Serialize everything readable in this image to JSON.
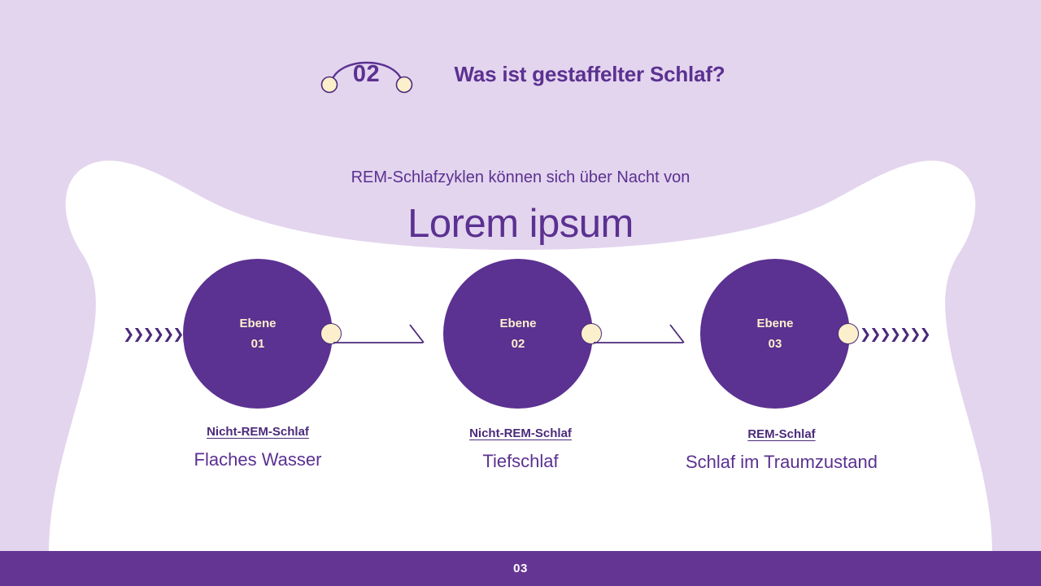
{
  "slide": {
    "background_color": "#e3d5ee",
    "panel_color": "#ffffff",
    "accent_purple": "#5b3191",
    "deep_purple": "#4b2a7a",
    "cream": "#fbf0cb",
    "footer_color": "#653594"
  },
  "header": {
    "section_number": "02",
    "title": "Was ist gestaffelter Schlaf?"
  },
  "intro": {
    "subtitle": "REM-Schlafzyklen können sich über Nacht von",
    "title": "Lorem ipsum"
  },
  "diagram": {
    "left_chevrons": "❯❯❯❯❯❯❯",
    "right_chevrons": "❯❯❯❯❯❯❯",
    "stages": [
      {
        "circle_label": "Ebene",
        "circle_number": "01",
        "link_label": "Nicht-REM-Schlaf",
        "description": "Flaches Wasser"
      },
      {
        "circle_label": "Ebene",
        "circle_number": "02",
        "link_label": "Nicht-REM-Schlaf",
        "description": "Tiefschlaf"
      },
      {
        "circle_label": "Ebene",
        "circle_number": "03",
        "link_label": "REM-Schlaf",
        "description": "Schlaf im Traumzustand"
      }
    ]
  },
  "footer": {
    "page_number": "03"
  }
}
